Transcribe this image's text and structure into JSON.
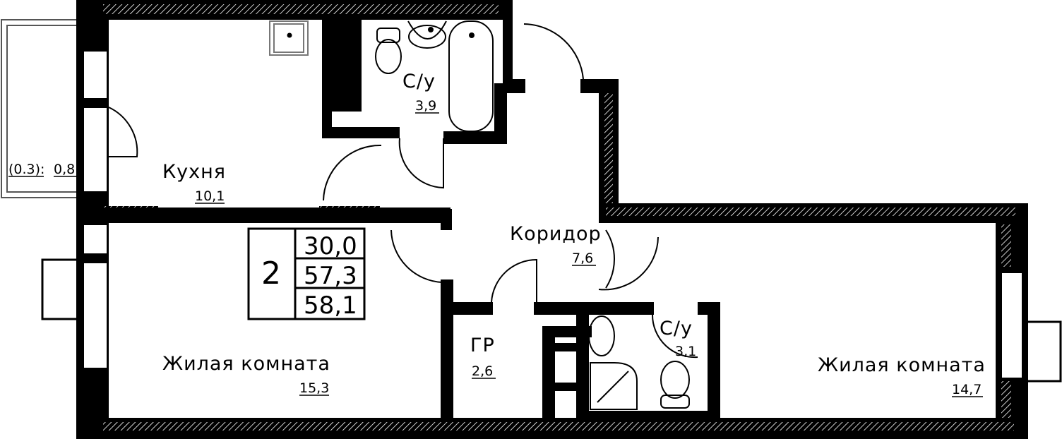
{
  "colors": {
    "wall": "#000000",
    "background": "#ffffff",
    "balcony": "#555555"
  },
  "rooms": {
    "kitchen": {
      "name": "Кухня",
      "area": "10,1"
    },
    "bath1": {
      "name": "С/у",
      "area": "3,9"
    },
    "corridor": {
      "name": "Коридор",
      "area": "7,6"
    },
    "dressing": {
      "name": "ГР",
      "area": "2,6"
    },
    "bath2": {
      "name": "С/у",
      "area": "3,1"
    },
    "living_left": {
      "name": "Жилая комната",
      "area": "15,3"
    },
    "living_right": {
      "name": "Жилая комната",
      "area": "14,7"
    }
  },
  "balcony": {
    "coef": "(0.3):",
    "area": "0,8"
  },
  "info_box": {
    "rooms": "2",
    "living_area": "30,0",
    "total_area": "57,3",
    "total_with_balcony": "58,1"
  }
}
